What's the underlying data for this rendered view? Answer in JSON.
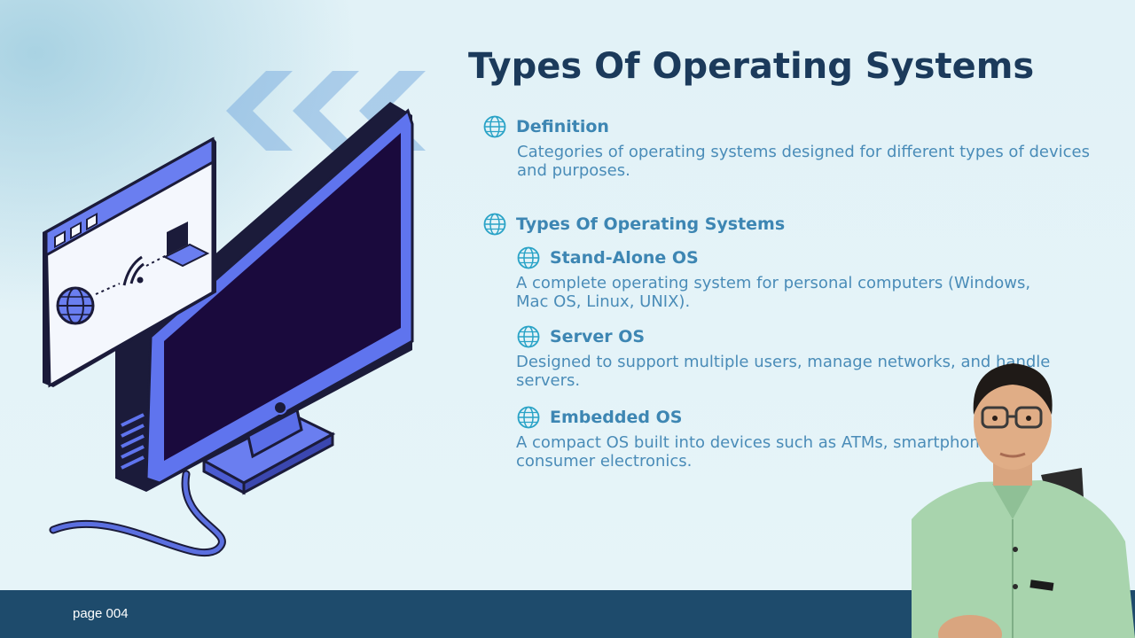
{
  "slide": {
    "title": "Types Of Operating Systems",
    "page_label": "page 004"
  },
  "sections": [
    {
      "label": "Definition",
      "icon": "globe-icon",
      "description": "Categories of operating systems designed for different types of devices and purposes."
    },
    {
      "label": "Types Of Operating Systems",
      "icon": "globe-icon",
      "subitems": [
        {
          "label": "Stand-Alone OS",
          "icon": "globe-icon",
          "description": "A complete operating system for personal computers (Windows, Mac OS, Linux, UNIX)."
        },
        {
          "label": "Server OS",
          "icon": "globe-icon",
          "description": "Designed to support multiple users, manage networks, and handle servers."
        },
        {
          "label": "Embedded OS",
          "icon": "globe-icon",
          "description": "A compact OS built into devices such as ATMs, smartphones, and consumer electronics."
        }
      ]
    }
  ],
  "colors": {
    "title": "#1b3a5b",
    "accent": "#3d86b3",
    "footer": "#1e4b6c",
    "background": "#e4f3f8"
  }
}
